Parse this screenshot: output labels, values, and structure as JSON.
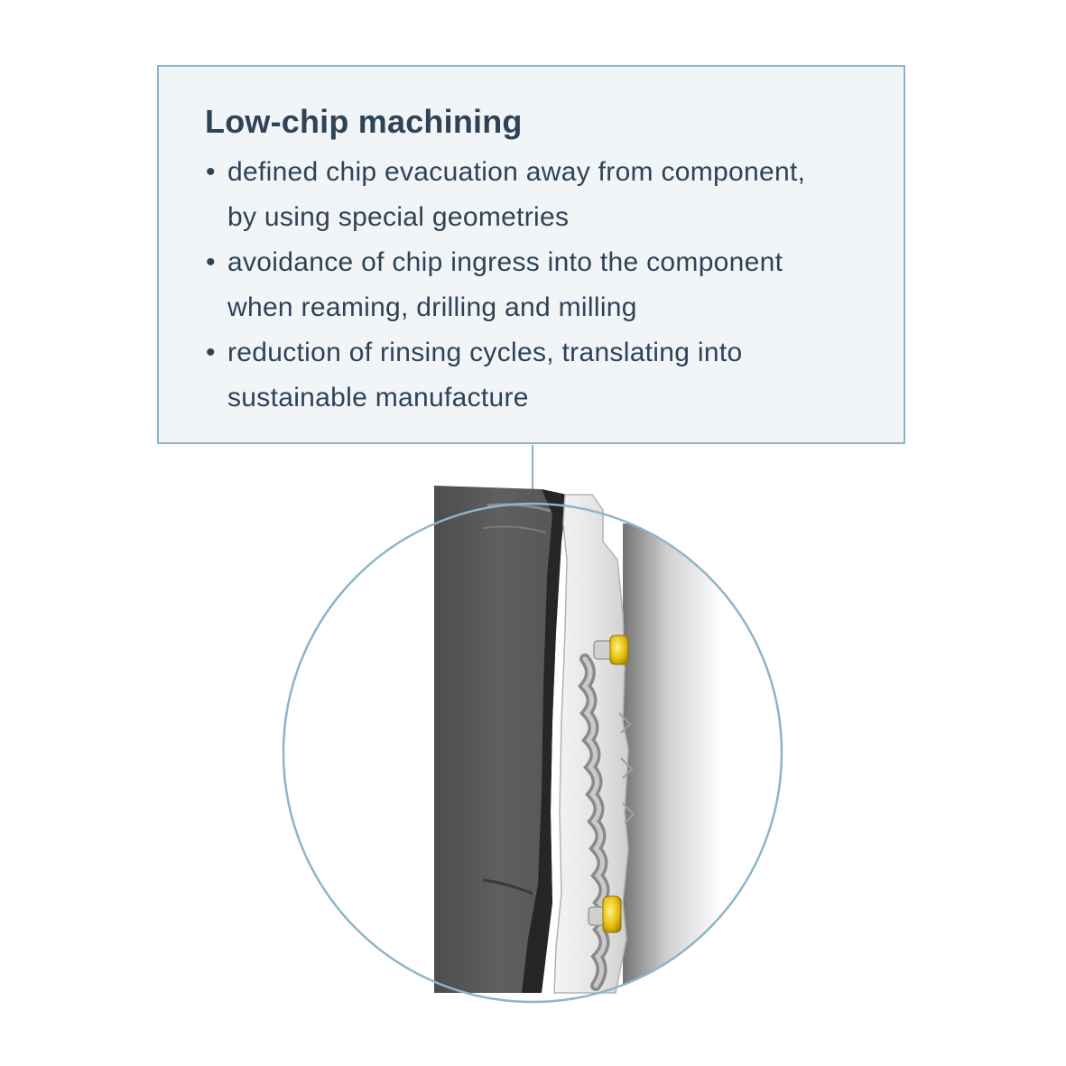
{
  "colors": {
    "text": "#2e4357",
    "box_border": "#8fb4c9",
    "box_fill": "#f2f5f8",
    "tool_body": "#5b5b5b",
    "insert_body": "#e6e6e6",
    "screw": "#e8c10e"
  },
  "info_box": {
    "title": "Low-chip machining",
    "bullets": [
      {
        "line1": "defined chip evacuation away from component,",
        "line2": "by using special geometries"
      },
      {
        "line1": "avoidance of chip ingress into the component",
        "line2": "when reaming, drilling and milling"
      },
      {
        "line1": "reduction of rinsing cycles, translating into",
        "line2": "sustainable manufacture"
      }
    ]
  },
  "illustration": {
    "subject": "cutting-tool-with-insert",
    "icons": [
      "tool-body",
      "cutting-insert",
      "clamping-screw"
    ]
  }
}
